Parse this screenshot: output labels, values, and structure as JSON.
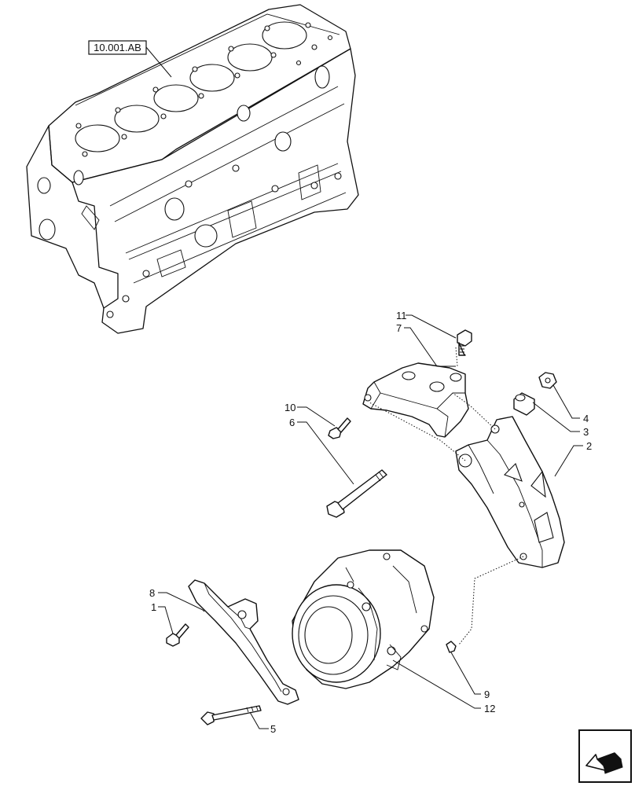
{
  "reference": {
    "label": "10.001.AB"
  },
  "callouts": [
    {
      "id": "11",
      "text": "11"
    },
    {
      "id": "7",
      "text": "7"
    },
    {
      "id": "10",
      "text": "10"
    },
    {
      "id": "6",
      "text": "6"
    },
    {
      "id": "4",
      "text": "4"
    },
    {
      "id": "3",
      "text": "3"
    },
    {
      "id": "2",
      "text": "2"
    },
    {
      "id": "8",
      "text": "8"
    },
    {
      "id": "1",
      "text": "1"
    },
    {
      "id": "5",
      "text": "5"
    },
    {
      "id": "9",
      "text": "9"
    },
    {
      "id": "12",
      "text": "12"
    }
  ],
  "nav_icon": {
    "name": "arrow-left-icon"
  }
}
